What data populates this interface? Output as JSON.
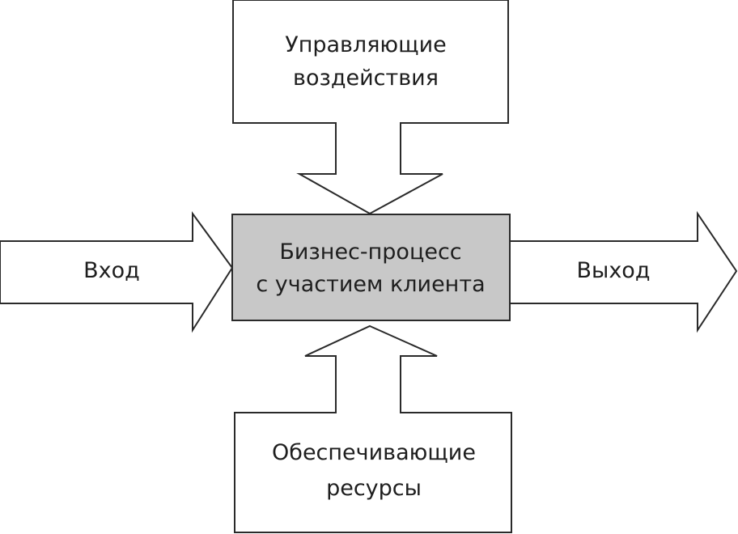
{
  "diagram": {
    "center": {
      "line1": "Бизнес-процесс",
      "line2": "с участием клиента"
    },
    "control": {
      "line1": "Управляющие",
      "line2": "воздействия"
    },
    "resources": {
      "line1": "Обеспечивающие",
      "line2": "ресурсы"
    },
    "input": "Вход",
    "output": "Выход",
    "colors": {
      "center_fill": "#c8c8c8",
      "stroke": "#2a2a2a",
      "background": "#ffffff"
    }
  }
}
